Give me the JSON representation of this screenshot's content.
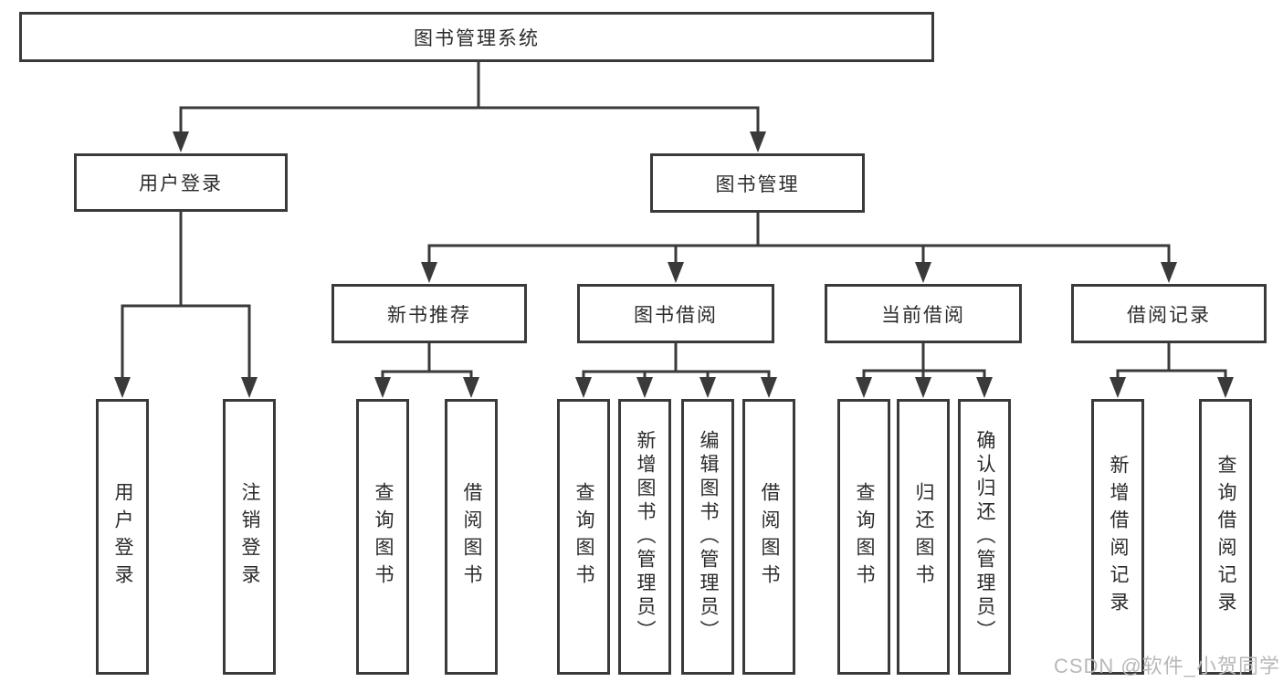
{
  "nodes": {
    "root": "图书管理系统",
    "level1": [
      "用户登录",
      "图书管理"
    ],
    "level2": [
      "新书推荐",
      "图书借阅",
      "当前借阅",
      "借阅记录"
    ],
    "level3": {
      "user_login": [
        "用户登录",
        "注销登录"
      ],
      "new_book_recommend": [
        "查询图书",
        "借阅图书"
      ],
      "book_borrow": [
        "查询图书",
        "新增图书（管理员）",
        "编辑图书（管理员）",
        "借阅图书"
      ],
      "current_borrow": [
        "查询图书",
        "归还图书",
        "确认归还（管理员）"
      ],
      "borrow_records": [
        "新增借阅记录",
        "查询借阅记录"
      ]
    }
  },
  "watermark": "CSDN @软件_小贺同学",
  "colors": {
    "line": "#3a3a3a",
    "text": "#2b2b2b",
    "background": "#ffffff",
    "watermark": "#b8b8b8"
  }
}
